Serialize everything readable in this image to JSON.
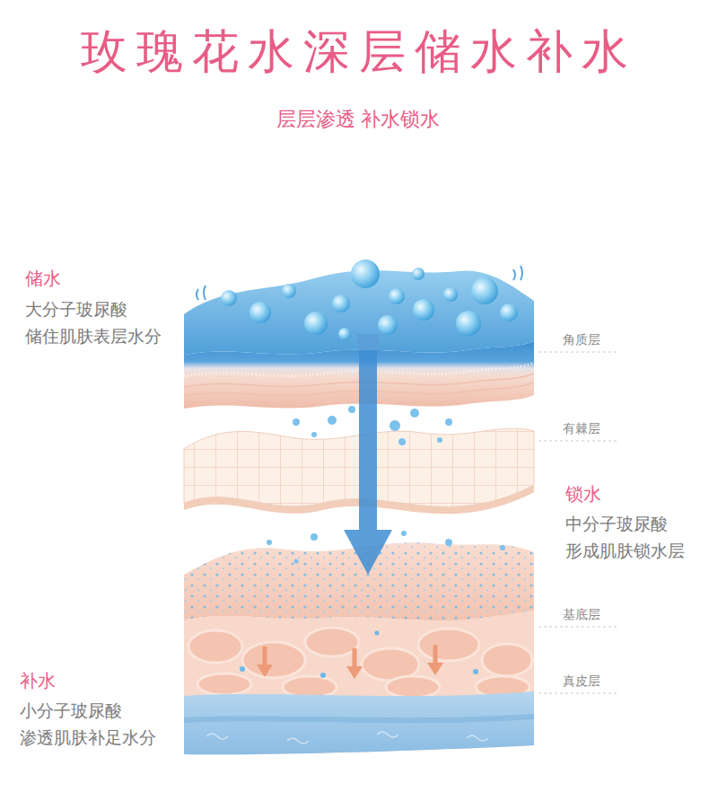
{
  "diagram": {
    "title": "玫瑰花水深层储水补水",
    "labels": [
      "层层渗透 补水锁水",
      "储水",
      "大分子玻尿酸 储住肌肤表层水分",
      "角质层",
      "有棘层",
      "锁水",
      "中分子玻尿酸 形成肌肤锁水层",
      "基底层",
      "真皮层",
      "补水",
      "小分子玻尿酸 渗透肌肤补足水分"
    ]
  }
}
